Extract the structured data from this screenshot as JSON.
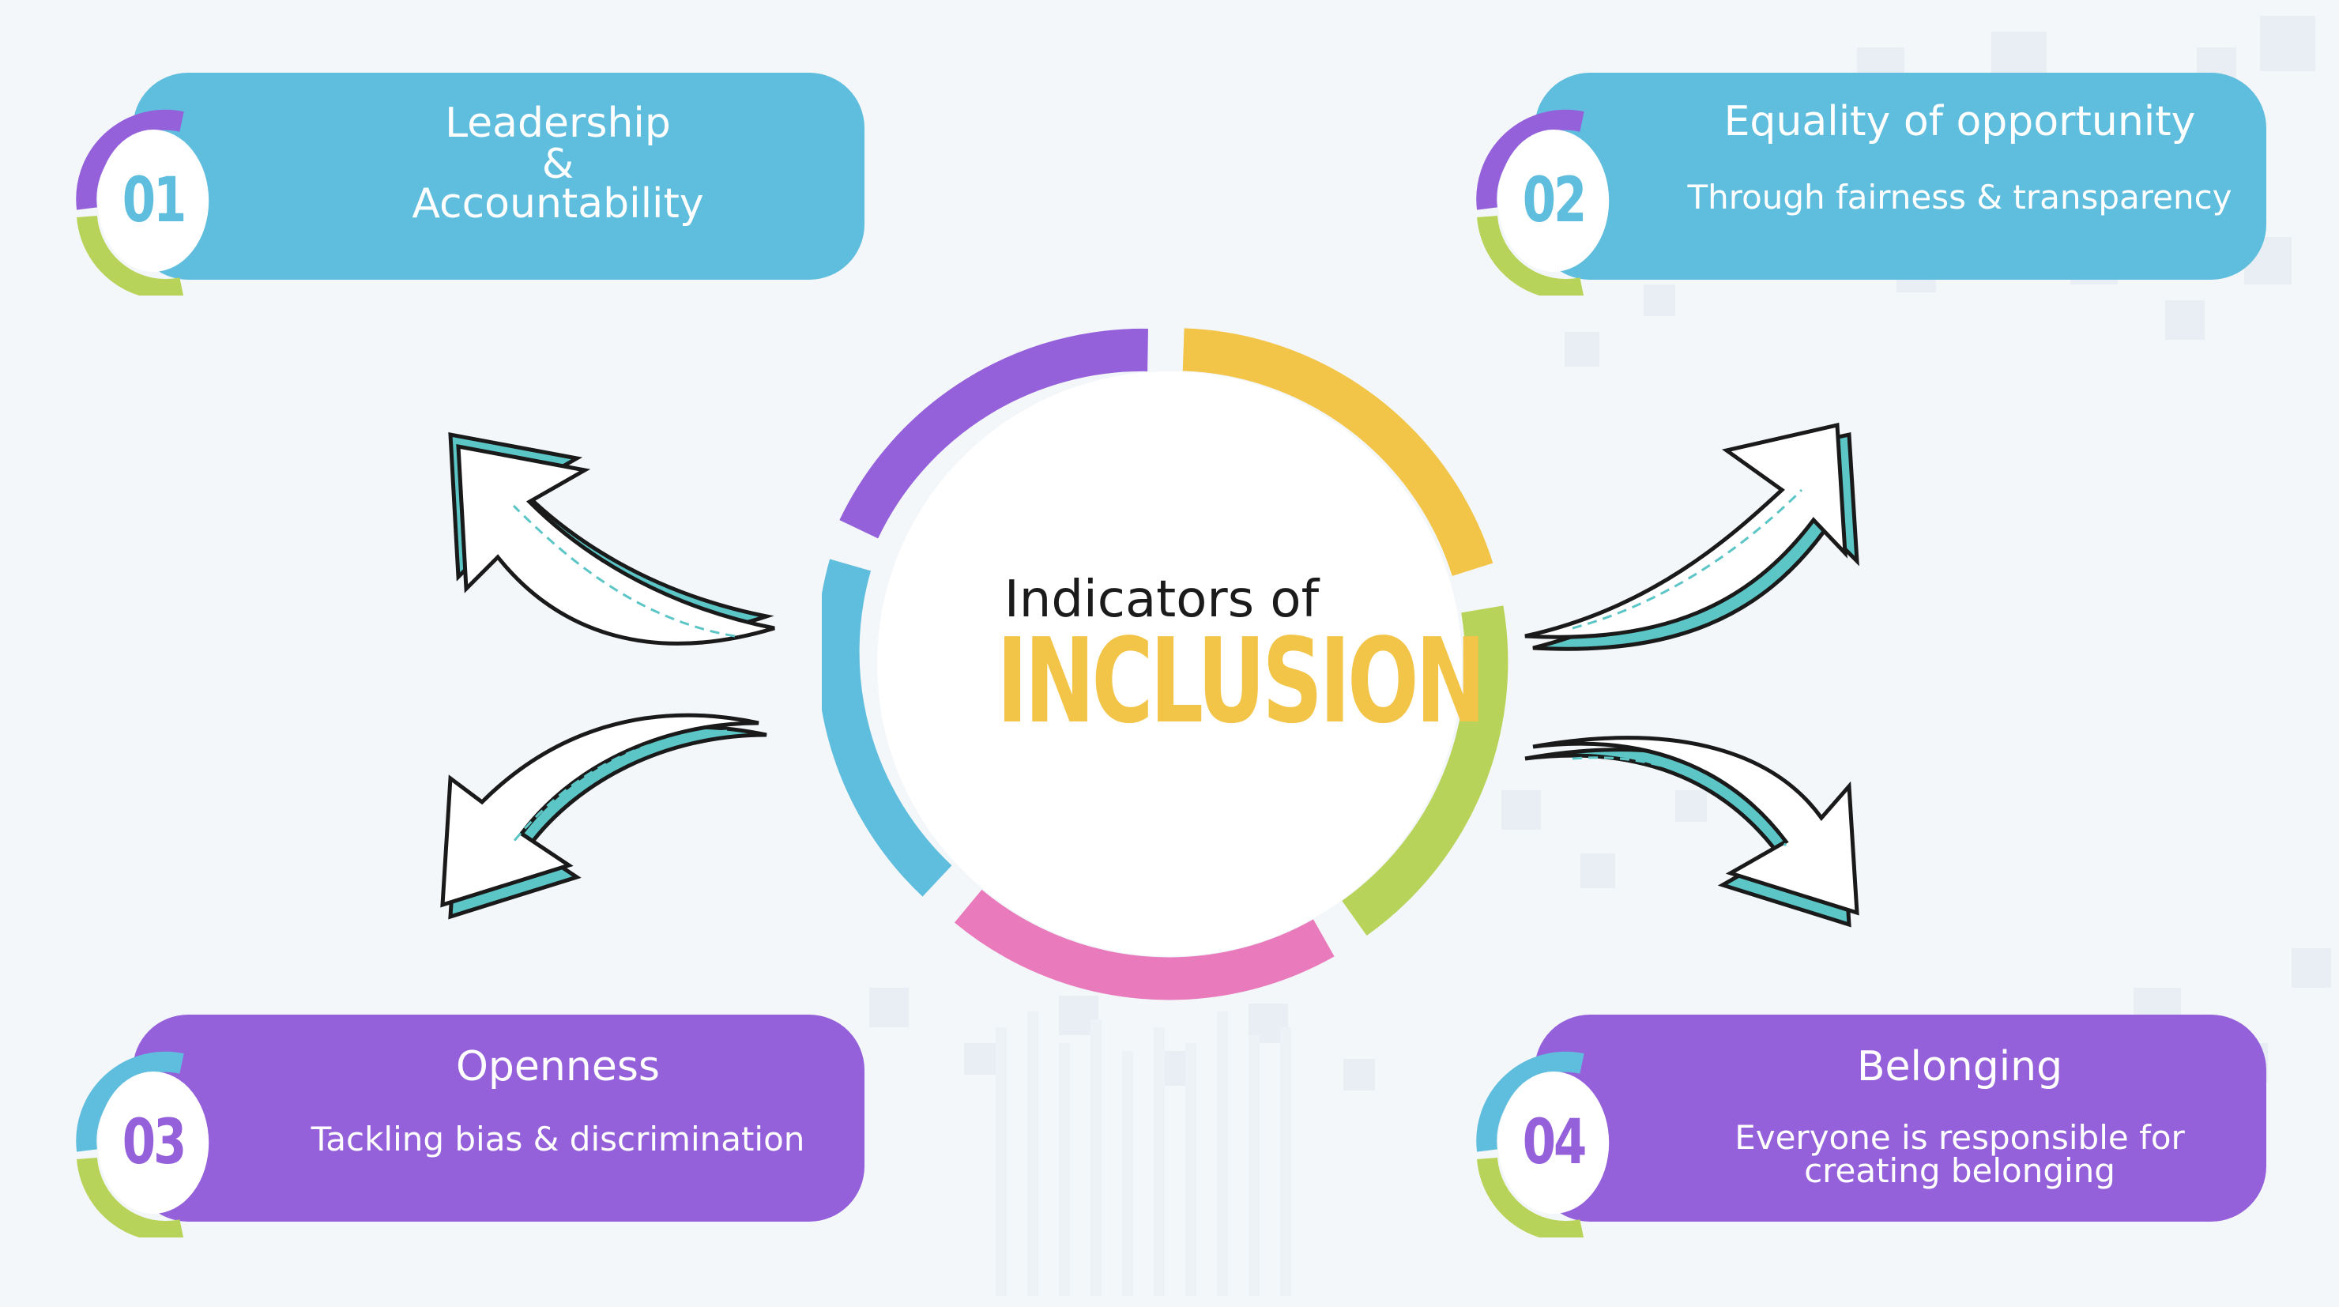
{
  "center": {
    "line1": "Indicators of",
    "line2": "INCLUSION"
  },
  "cards": [
    {
      "number": "01",
      "title_lines": [
        "Leadership",
        "&",
        "Accountability"
      ],
      "subtitle": ""
    },
    {
      "number": "02",
      "title_lines": [
        "Equality of opportunity"
      ],
      "subtitle": "Through fairness & transparency"
    },
    {
      "number": "03",
      "title_lines": [
        "Openness"
      ],
      "subtitle": "Tackling bias & discrimination"
    },
    {
      "number": "04",
      "title_lines": [
        "Belonging"
      ],
      "subtitle_lines": [
        "Everyone is responsible for",
        "creating belonging"
      ]
    }
  ],
  "colors": {
    "card_blue": "#5fbddd",
    "card_purple": "#9561db",
    "ring_purple": "#9561db",
    "ring_yellow": "#f2c447",
    "ring_green": "#b8d35a",
    "ring_pink": "#e97bbd",
    "ring_blue": "#5fbddd",
    "arrow_teal": "#5cc5c6",
    "inclusion_text": "#f2c447"
  },
  "icons": [
    "curved-arrow-icon"
  ]
}
